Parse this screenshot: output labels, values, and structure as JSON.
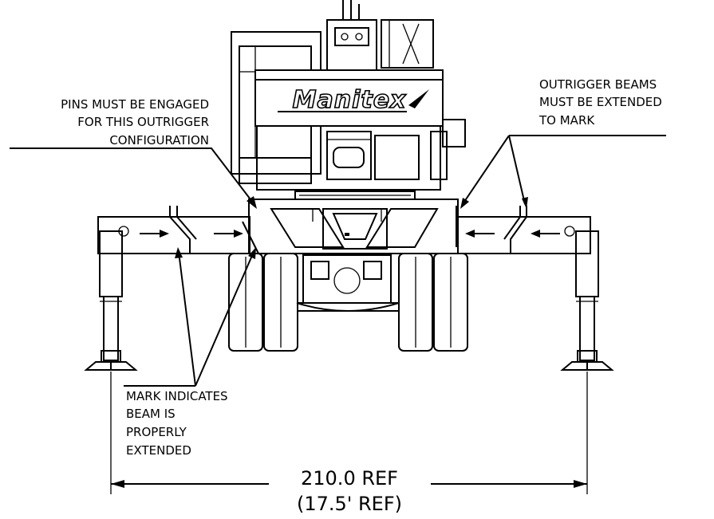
{
  "brand": {
    "logo_text": "Manitex"
  },
  "callouts": {
    "pins": [
      "PINS MUST BE ENGAGED",
      "FOR THIS OUTRIGGER",
      "CONFIGURATION"
    ],
    "beams": [
      "OUTRIGGER BEAMS",
      "MUST BE EXTENDED",
      "TO MARK"
    ],
    "mark": [
      "MARK INDICATES",
      "BEAM IS",
      "PROPERLY",
      "EXTENDED"
    ]
  },
  "dimension": {
    "primary": "210.0 REF",
    "secondary": "(17.5' REF)"
  },
  "colors": {
    "line": "#000000",
    "background": "#ffffff"
  }
}
